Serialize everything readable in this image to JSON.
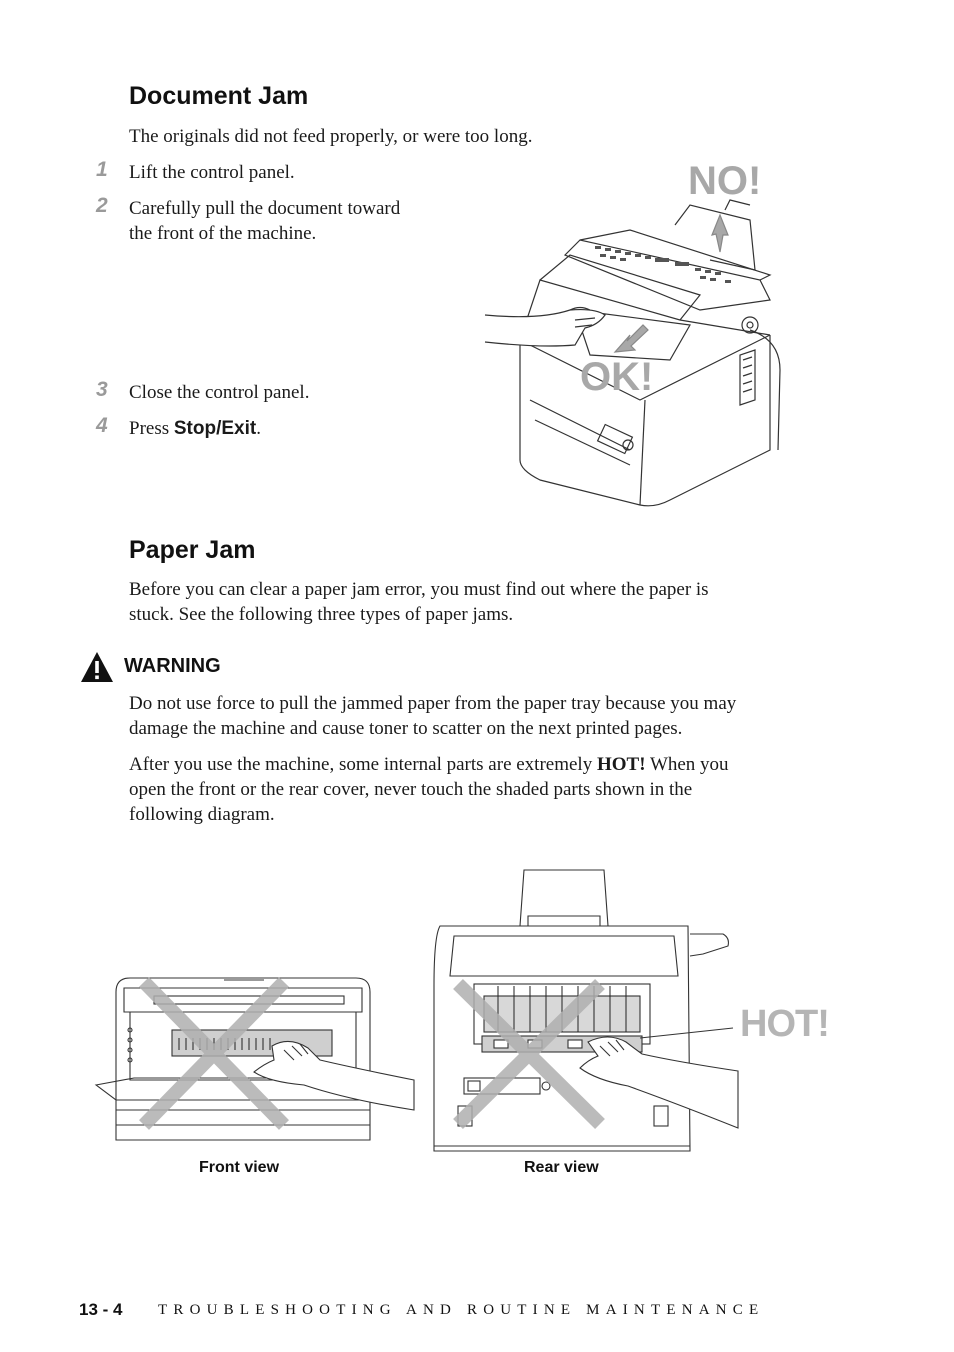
{
  "document_jam": {
    "heading": "Document Jam",
    "intro": "The originals did not feed properly, or were too long.",
    "steps": [
      {
        "num": "1",
        "text": "Lift the control panel."
      },
      {
        "num": "2",
        "line1": "Carefully pull the document toward",
        "line2": "the front of the machine."
      },
      {
        "num": "3",
        "text": "Close the control panel."
      },
      {
        "num": "4",
        "prefix": "Press ",
        "key": "Stop/Exit",
        "suffix": "."
      }
    ],
    "illustration": {
      "no_label": "NO!",
      "ok_label": "OK!"
    }
  },
  "paper_jam": {
    "heading": "Paper Jam",
    "intro_line1": "Before you can clear a paper jam error, you must find out where the paper is",
    "intro_line2": "stuck. See the following three types of paper jams."
  },
  "warning": {
    "label": "WARNING",
    "p1_line1": "Do not use force to pull the jammed paper from the paper tray because you may",
    "p1_line2": "damage the machine and cause toner to scatter on the next printed pages.",
    "p2_line1_pre": "After you use the machine, some internal parts are extremely ",
    "p2_hot": "HOT!",
    "p2_line1_post": " When you",
    "p2_line2": "open the front or the rear cover, never touch the shaded parts shown in the",
    "p2_line3": "following diagram."
  },
  "diagram": {
    "hot_label": "HOT!",
    "front_caption": "Front view",
    "rear_caption": "Rear view"
  },
  "footer": {
    "page_number": "13 - 4",
    "chapter_title": "TROUBLESHOOTING AND ROUTINE MAINTENANCE"
  }
}
